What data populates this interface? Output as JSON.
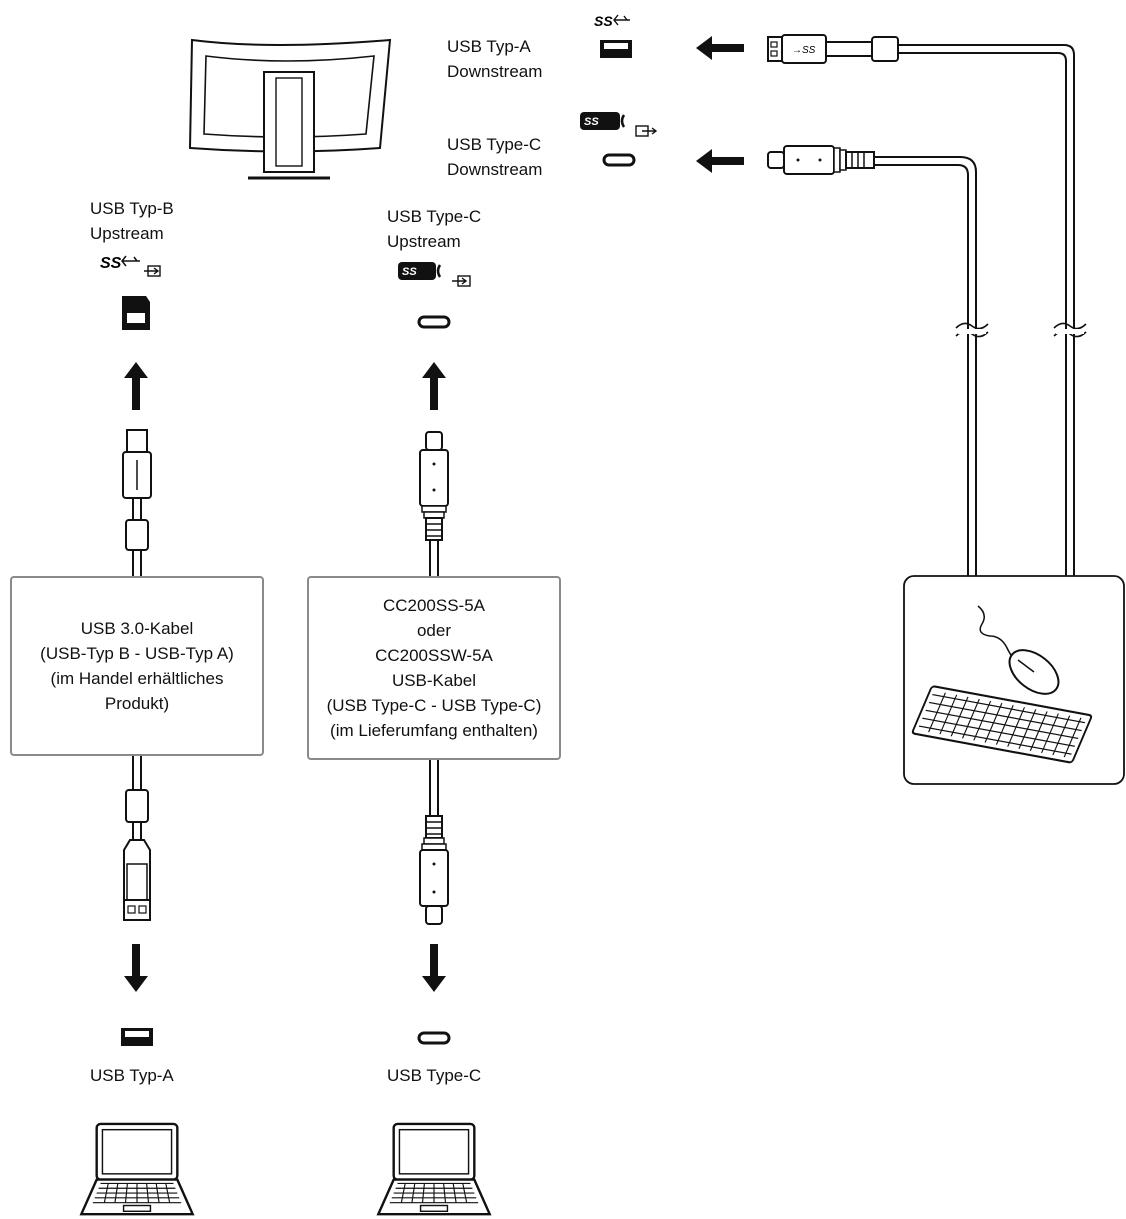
{
  "top": {
    "usb_a_downstream": [
      "USB Typ-A",
      "Downstream"
    ],
    "usb_c_downstream": [
      "USB Type-C",
      "Downstream"
    ],
    "ss_logo": "SS"
  },
  "left": {
    "upstream_label": [
      "USB Typ-B",
      "Upstream"
    ],
    "cable_box": [
      "USB 3.0-Kabel",
      "(USB-Typ B - USB-Typ A)",
      "(im Handel erhältliches",
      "Produkt)"
    ],
    "bottom_label": "USB Typ-A"
  },
  "middle": {
    "upstream_label": [
      "USB Type-C",
      "Upstream"
    ],
    "cable_box": [
      "CC200SS-5A",
      "oder",
      "CC200SSW-5A",
      "USB-Kabel",
      "(USB Type-C - USB Type-C)",
      "(im Lieferumfang enthalten)"
    ],
    "bottom_label": "USB Type-C"
  }
}
